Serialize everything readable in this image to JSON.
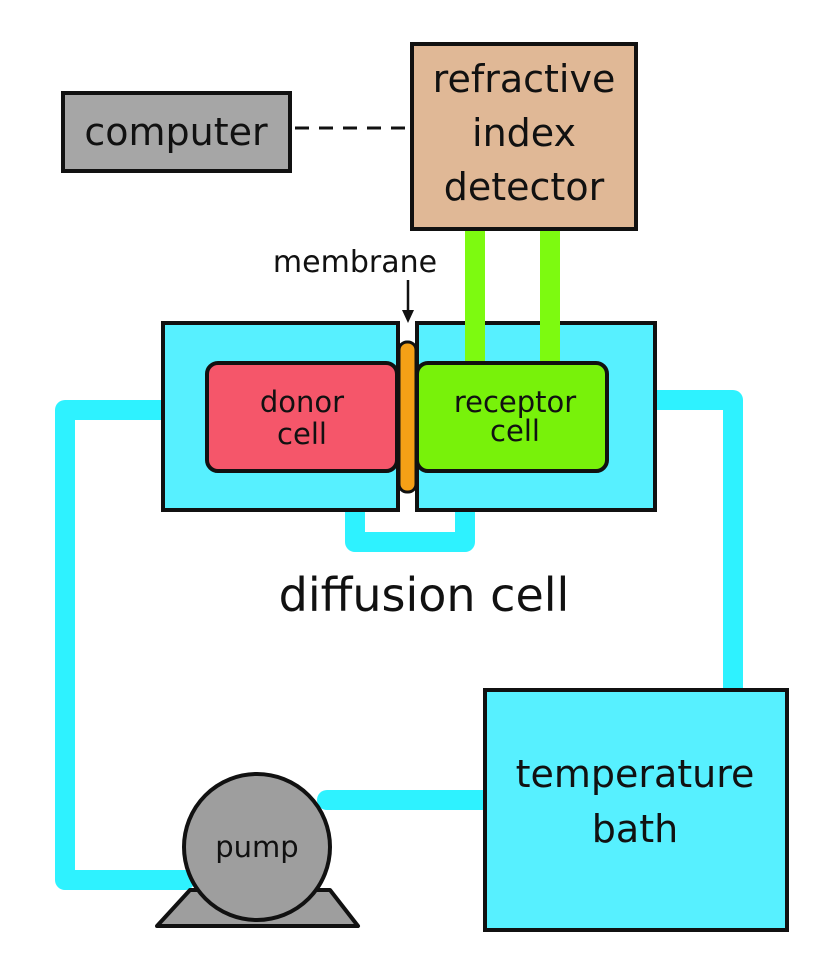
{
  "labels": {
    "computer": "computer",
    "detector": [
      "refractive",
      "index",
      "detector"
    ],
    "membrane": "membrane",
    "donor": [
      "donor",
      "cell"
    ],
    "receptor": [
      "receptor",
      "cell"
    ],
    "diffusion_cell": "diffusion cell",
    "bath": [
      "temperature",
      "bath"
    ],
    "pump": "pump"
  },
  "colors": {
    "computer": "#a6a6a6",
    "detector": "#e0b896",
    "water_jacket": "#57f0ff",
    "tubing": "#2ef2ff",
    "donor_cell": "#f5566a",
    "receptor_cell": "#78f20a",
    "detector_lines": "#7dfa10",
    "membrane": "#f5a016",
    "pump": "#9e9e9e",
    "outline": "#111111"
  },
  "icons": {
    "membrane_pointer": "down-arrow-icon",
    "connection": "dashed-line"
  }
}
